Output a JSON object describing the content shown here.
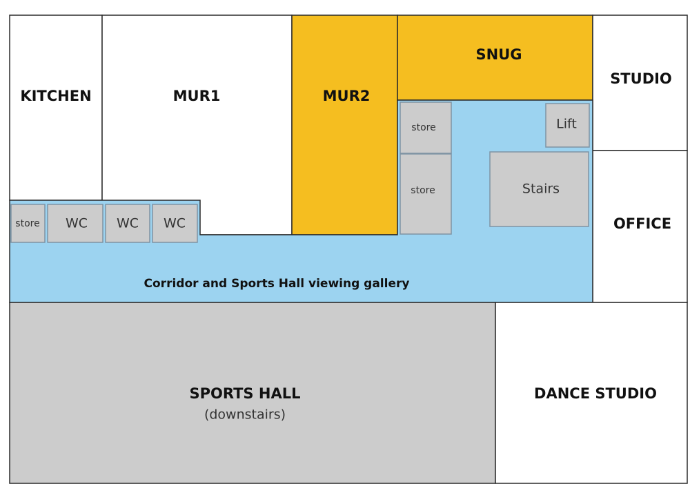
{
  "colors": {
    "highlight": "#F5BE20",
    "corridor": "#9CD3F0",
    "facility": "#CCCCCC",
    "room": "#FFFFFF"
  },
  "rooms": {
    "kitchen": "KITCHEN",
    "mur1": "MUR1",
    "mur2": "MUR2",
    "snug": "SNUG",
    "studio": "STUDIO",
    "office": "OFFICE",
    "corridor": "Corridor and Sports Hall viewing gallery",
    "sports_hall": "SPORTS HALL",
    "sports_hall_note": "(downstairs)",
    "dance_studio": "DANCE STUDIO"
  },
  "facilities": {
    "store1": "store",
    "wc1": "WC",
    "wc2": "WC",
    "wc3": "WC",
    "store2": "store",
    "store3": "store",
    "lift": "Lift",
    "stairs": "Stairs"
  }
}
